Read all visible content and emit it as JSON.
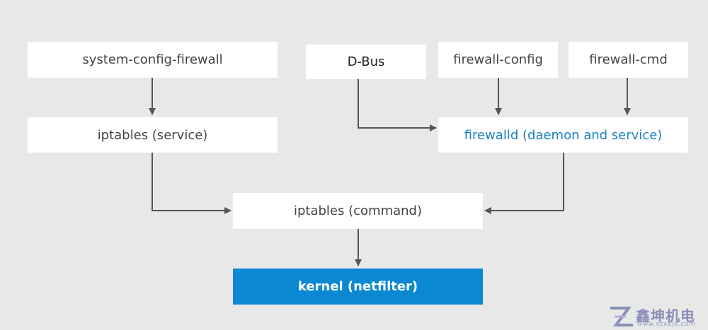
{
  "nodes": {
    "system_config_firewall": "system-config-firewall",
    "dbus": "D-Bus",
    "firewall_config": "firewall-config",
    "firewall_cmd": "firewall-cmd",
    "iptables_service": "iptables (service)",
    "firewalld": "firewalld (daemon and service)",
    "iptables_command": "iptables (command)",
    "kernel": "kernel (netfilter)"
  },
  "edges": [
    {
      "from": "system-config-firewall",
      "to": "iptables (service)"
    },
    {
      "from": "iptables (service)",
      "to": "iptables (command)"
    },
    {
      "from": "D-Bus",
      "to": "firewalld (daemon and service)"
    },
    {
      "from": "firewall-config",
      "to": "firewalld (daemon and service)"
    },
    {
      "from": "firewall-cmd",
      "to": "firewalld (daemon and service)"
    },
    {
      "from": "firewalld (daemon and service)",
      "to": "iptables (command)"
    },
    {
      "from": "iptables (command)",
      "to": "kernel (netfilter)"
    }
  ],
  "colors": {
    "background": "#e8e8e8",
    "box": "#ffffff",
    "text": "#444444",
    "accent_text": "#1a7fc1",
    "kernel_fill": "#0a88d2",
    "arrow": "#555555"
  },
  "watermark": {
    "text": "鑫坤机电",
    "url": "www.xzxkjd.com"
  }
}
